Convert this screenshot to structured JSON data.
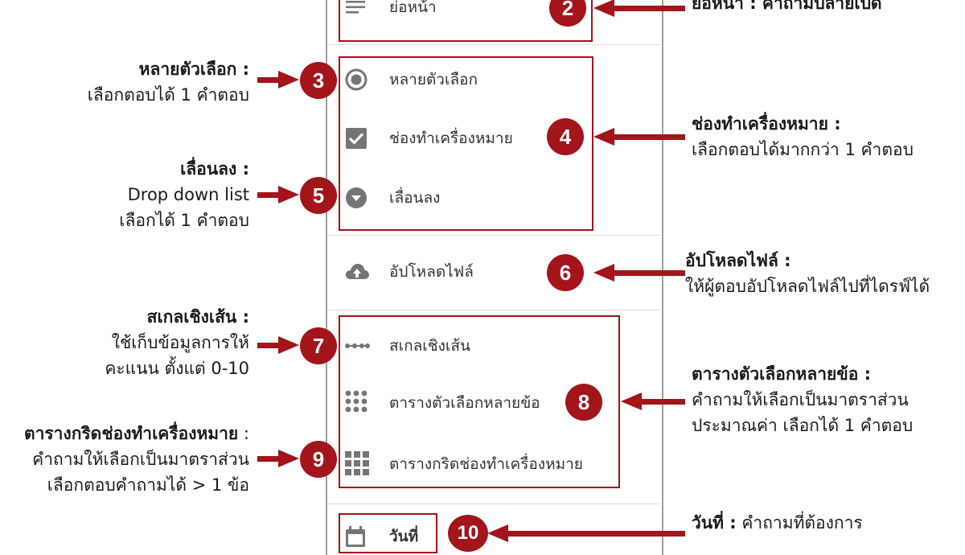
{
  "menu_items": {
    "paragraph": "ย่อหน้า",
    "multiple_choice": "หลายตัวเลือก",
    "checkboxes": "ช่องทำเครื่องหมาย",
    "dropdown": "เลื่อนลง",
    "file_upload": "อัปโหลดไฟล์",
    "linear_scale": "สเกลเชิงเส้น",
    "mc_grid": "ตารางตัวเลือกหลายข้อ",
    "checkbox_grid": "ตารางกริดช่องทำเครื่องหมาย",
    "date": "วันที่"
  },
  "badges": {
    "b2": "2",
    "b3": "3",
    "b4": "4",
    "b5": "5",
    "b6": "6",
    "b7": "7",
    "b8": "8",
    "b9": "9",
    "b10": "10"
  },
  "notes": {
    "n2": {
      "title": "ย่อหน้า : คำถามปลายเปิด"
    },
    "n3": {
      "title": "หลายตัวเลือก :",
      "line1": "เลือกตอบได้ 1 คำตอบ"
    },
    "n4": {
      "title": "ช่องทำเครื่องหมาย :",
      "line1": "เลือกตอบได้มากกว่า 1 คำตอบ"
    },
    "n5": {
      "title": "เลื่อนลง :",
      "line1": "Drop down list",
      "line2": "เลือกได้ 1 คำตอบ"
    },
    "n6": {
      "title": "อัปโหลดไฟล์ :",
      "line1": "ให้ผู้ตอบอัปโหลดไฟล์ไปที่ไดรฟ์ได้"
    },
    "n7": {
      "title": "สเกลเชิงเส้น :",
      "line1": "ใช้เก็บข้อมูลการให้",
      "line2": "คะแนน ตั้งแต่ 0-10"
    },
    "n8": {
      "title": "ตารางตัวเลือกหลายข้อ :",
      "line1": "คำถามให้เลือกเป็นมาตราส่วน",
      "line2": "ประมาณค่า เลือกได้ 1 คำตอบ"
    },
    "n9": {
      "title": "ตารางกริดช่องทำเครื่องหมาย",
      "title_suffix": " :",
      "line1": "คำถามให้เลือกเป็นมาตราส่วน",
      "line2": "เลือกตอบคำถามได้ > 1 ข้อ"
    },
    "n10": {
      "title": "วันที่ :",
      "title_rest": " คำถามที่ต้องการ"
    }
  },
  "colors": {
    "accent": "#a3141b",
    "icon": "#757575"
  }
}
